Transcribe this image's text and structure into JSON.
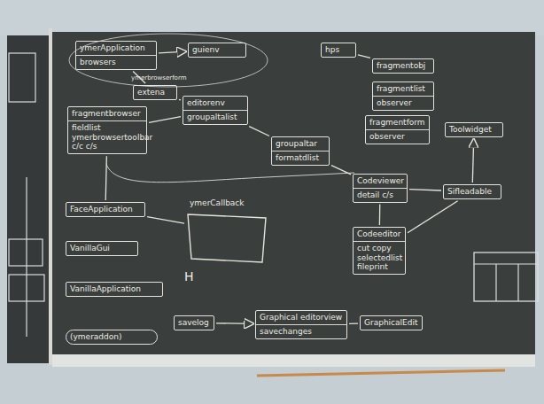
{
  "diagram": {
    "nodes": [
      {
        "text": [
          "ymerApplication",
          "browsers"
        ]
      },
      {
        "text": [
          "guienv"
        ]
      },
      {
        "text": [
          "hps"
        ]
      },
      {
        "text": [
          "fragmentobj"
        ]
      },
      {
        "text": [
          "fragmentlist",
          "observer"
        ]
      },
      {
        "text": [
          "fragmentform",
          "observer"
        ]
      },
      {
        "text": [
          "extena"
        ]
      },
      {
        "text": [
          "editorenv",
          "groupaltalist"
        ]
      },
      {
        "text": [
          "fragmentbrowser",
          "fieldlist ymerbrowsertoolbar c/c c/s"
        ]
      },
      {
        "text": [
          "groupaltar",
          "formatdlist"
        ]
      },
      {
        "text": [
          "Toolwidget"
        ]
      },
      {
        "text": [
          "Codeviewer",
          "detail c/s"
        ]
      },
      {
        "text": [
          "Sifleadable"
        ]
      },
      {
        "text": [
          "FaceApplication"
        ]
      },
      {
        "text": [
          "ymerCallback"
        ]
      },
      {
        "text": [
          "VanillaGui"
        ]
      },
      {
        "text": [
          "VanillaApplication"
        ]
      },
      {
        "text": [
          "Codeeditor",
          "cut copy selectedlist fileprint"
        ]
      },
      {
        "text": [
          "(ymeraddon)"
        ]
      },
      {
        "text": [
          "savelog"
        ]
      },
      {
        "text": [
          "Graphical editorview",
          "savechanges"
        ]
      },
      {
        "text": [
          "GraphicalEdit"
        ]
      }
    ],
    "edges": [
      {
        "from": 0,
        "to": 1,
        "arrow": "to"
      },
      {
        "from": 0,
        "to": 6,
        "arrow": "none"
      },
      {
        "from": 6,
        "to": 7,
        "arrow": "none"
      },
      {
        "from": 8,
        "to": 7,
        "arrow": "none"
      },
      {
        "from": 7,
        "to": 9,
        "arrow": "none"
      },
      {
        "from": 9,
        "to": 11,
        "arrow": "none"
      },
      {
        "from": 2,
        "to": 3,
        "arrow": "none"
      },
      {
        "from": 11,
        "to": 12,
        "arrow": "none"
      },
      {
        "from": 12,
        "to": 10,
        "arrow": "to"
      },
      {
        "from": 8,
        "to": 13,
        "arrow": "none"
      },
      {
        "from": 13,
        "to": 14,
        "arrow": "none"
      },
      {
        "from": 11,
        "to": 17,
        "arrow": "none"
      },
      {
        "from": 17,
        "to": 12,
        "arrow": "none"
      },
      {
        "from": 19,
        "to": 20,
        "arrow": "to"
      },
      {
        "from": 20,
        "to": 21,
        "arrow": "none"
      }
    ],
    "labels": [
      "ymerbrowserform",
      "H"
    ]
  }
}
